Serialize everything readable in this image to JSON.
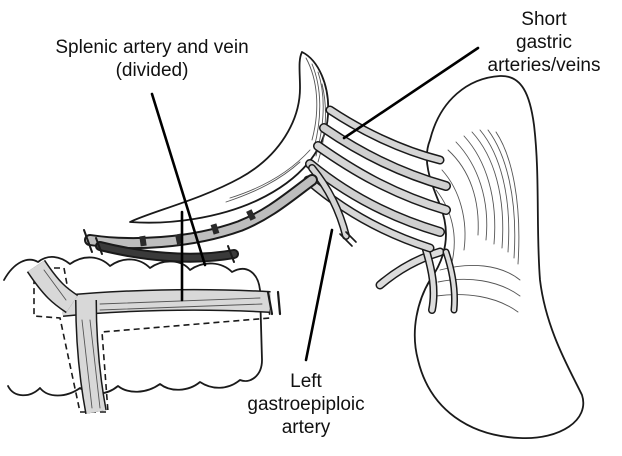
{
  "labels": {
    "splenic_line1": "Splenic artery and vein",
    "splenic_line2": "(divided)",
    "short_line1": "Short",
    "short_line2": "gastric",
    "short_line3": "arteries/veins",
    "left_line1": "Left",
    "left_line2": "gastroepiploic",
    "left_line3": "artery"
  },
  "colors": {
    "ink": "#1a1a1a",
    "vessel_fill": "#d6d6d6",
    "dark_band": "#3a3a3a",
    "pointer_line": "#000000",
    "background": "#ffffff"
  }
}
